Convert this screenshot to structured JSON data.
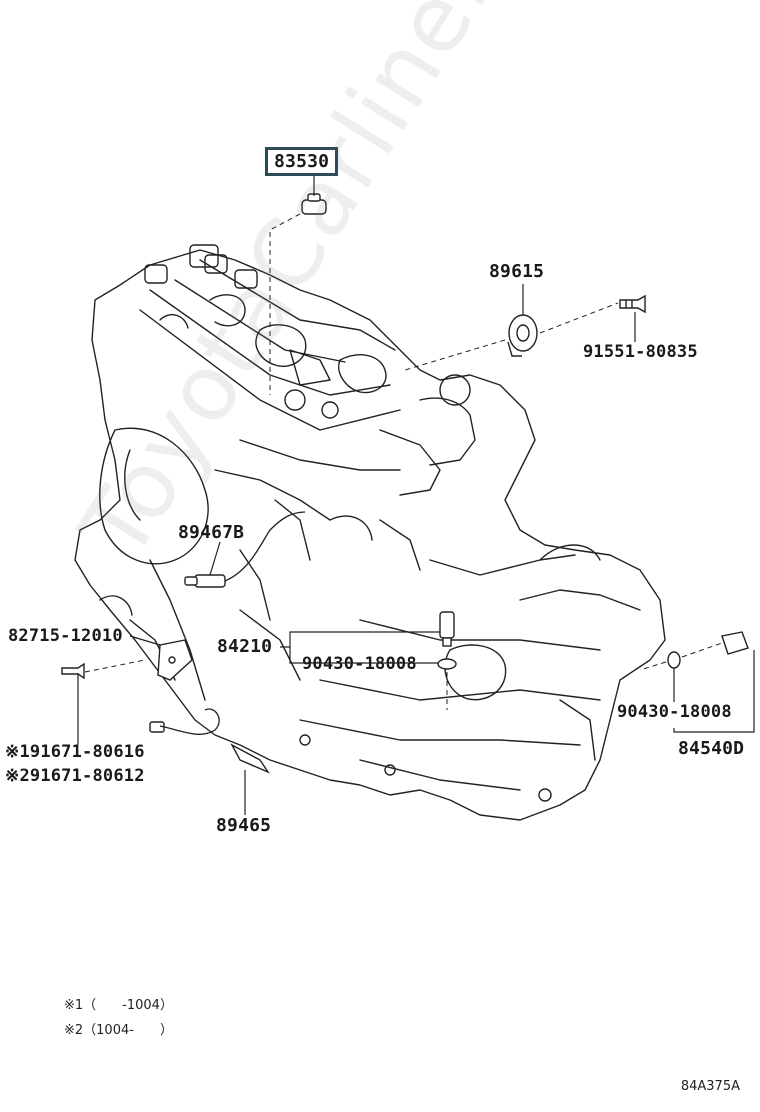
{
  "labels": {
    "p83530": "83530",
    "p89615": "89615",
    "p91551": "91551-80835",
    "p89467b": "89467B",
    "p82715": "82715-12010",
    "p84210": "84210",
    "p90430a": "90430-18008",
    "p90430b": "90430-18008",
    "p84540d": "84540D",
    "p91671a": "※191671-80616",
    "p91671b": "※291671-80612",
    "p89465": "89465"
  },
  "notes": {
    "n1": "※1（　　-1004）",
    "n2": "※2（1004-　　）"
  },
  "watermark": "ToyotaCarline.ru",
  "diagram_code": "84A375A"
}
